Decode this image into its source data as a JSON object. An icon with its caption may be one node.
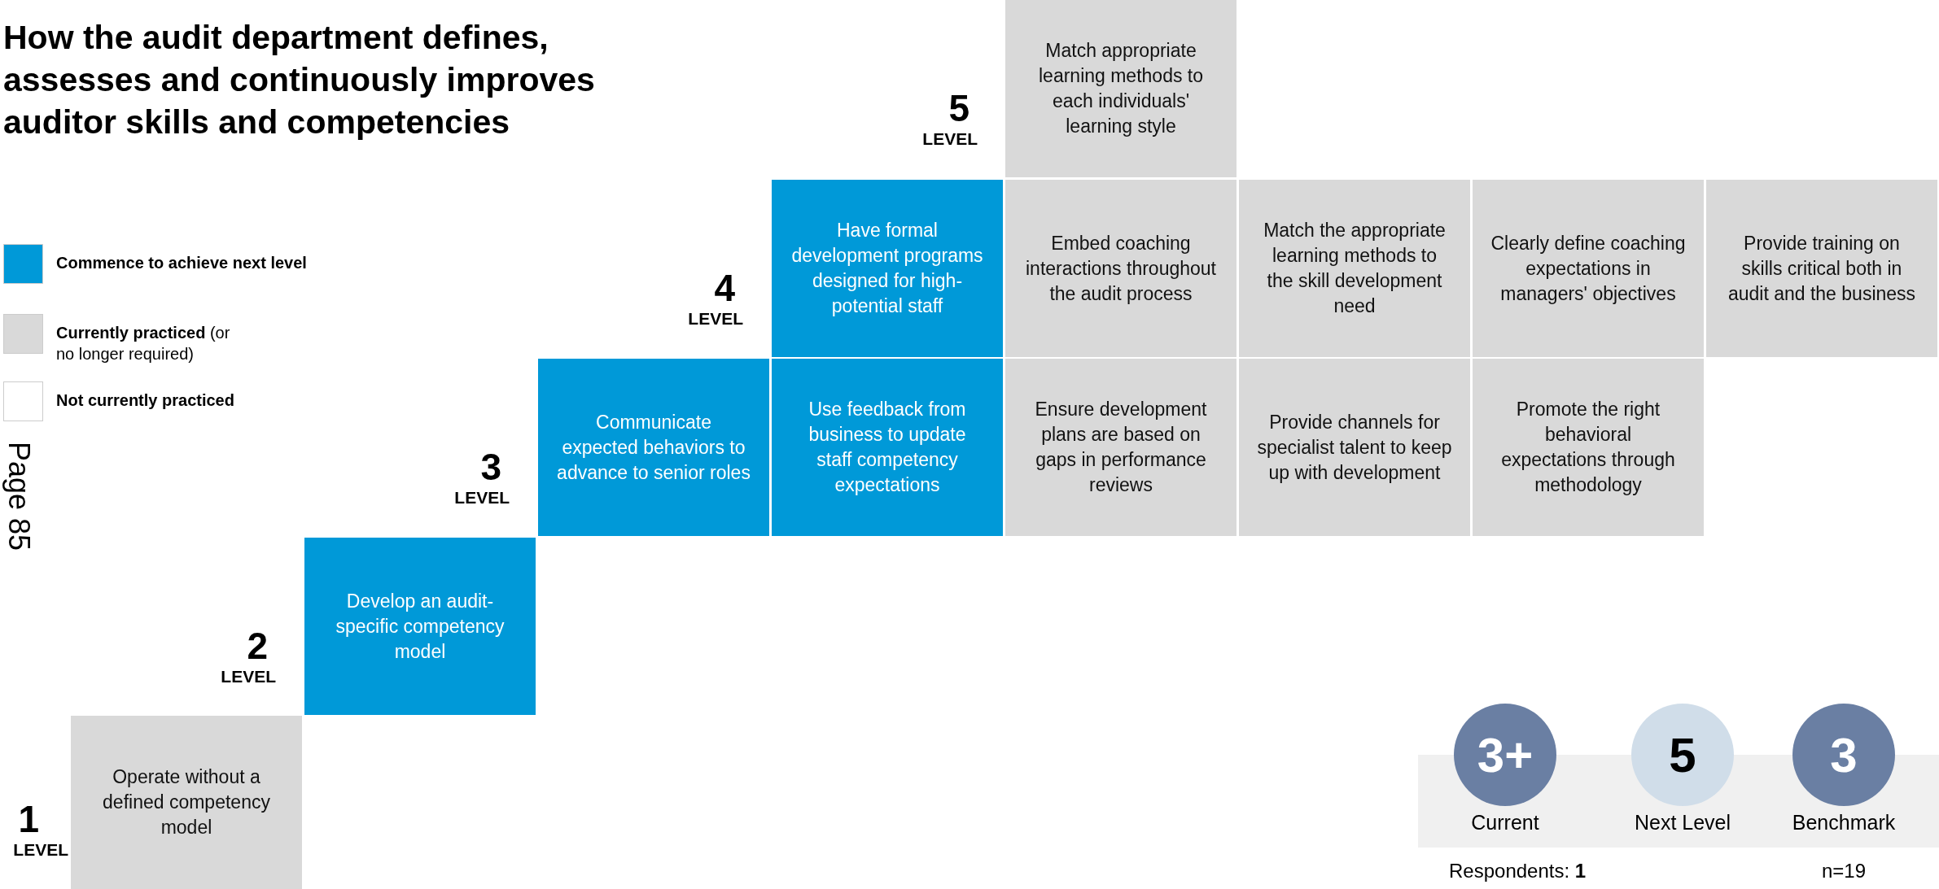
{
  "diagram": {
    "title": "How the audit department defines, assesses and continuously improves auditor skills and competencies",
    "nodes": [
      {
        "text": [
          "Match appropriate learning methods to each individuals' learning style"
        ]
      },
      {
        "text": [
          "Have formal development programs designed for high-potential staff"
        ]
      },
      {
        "text": [
          "Embed coaching interactions throughout the audit process"
        ]
      },
      {
        "text": [
          "Match the appropriate learning methods to the skill development need"
        ]
      },
      {
        "text": [
          "Clearly define coaching expectations in managers' objectives"
        ]
      },
      {
        "text": [
          "Provide training on skills critical both in audit and the business"
        ]
      },
      {
        "text": [
          "Communicate expected behaviors to advance to senior roles"
        ]
      },
      {
        "text": [
          "Use feedback from business to update staff competency expectations"
        ]
      },
      {
        "text": [
          "Ensure development plans are based on gaps in performance reviews"
        ]
      },
      {
        "text": [
          "Provide channels for specialist talent to keep up with development"
        ]
      },
      {
        "text": [
          "Promote the right behavioral expectations through methodology"
        ]
      },
      {
        "text": [
          "Develop an audit-specific competency model"
        ]
      },
      {
        "text": [
          "Operate without a defined competency model"
        ]
      },
      {
        "text": [
          "3+"
        ],
        "beside": [
          "Current"
        ]
      },
      {
        "text": [
          "5"
        ],
        "beside": [
          "Next Level"
        ]
      },
      {
        "text": [
          "3"
        ],
        "beside": [
          "Benchmark"
        ]
      }
    ],
    "labels": [
      "Page 85",
      "5",
      "LEVEL",
      "4",
      "LEVEL",
      "3",
      "LEVEL",
      "2",
      "LEVEL",
      "1",
      "LEVEL",
      "Respondents: **1**",
      "n=19"
    ],
    "legend": [
      {
        "text": "Commence to achieve next level",
        "color": "#0099d8"
      },
      {
        "text": "**Currently practiced** (or no longer required)",
        "color": "#d9d9d9"
      },
      {
        "text": "Not currently practiced",
        "color": "#ffffff"
      }
    ]
  }
}
